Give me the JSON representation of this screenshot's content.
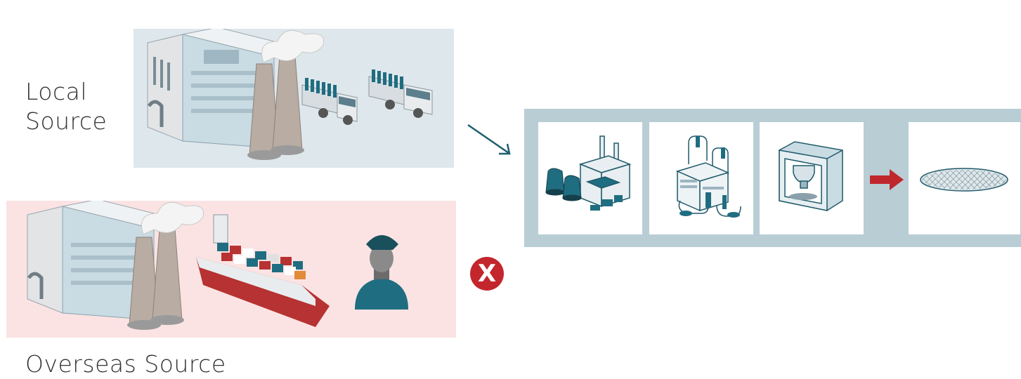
{
  "labels": {
    "local_source": [
      "Local",
      "Source"
    ],
    "overseas_source": "Overseas Source"
  },
  "rejected_badge": "X",
  "icons": {
    "local": [
      "factory-icon",
      "delivery-truck-icon",
      "delivery-truck-icon"
    ],
    "overseas": [
      "factory-icon",
      "container-ship-icon",
      "customs-officer-icon"
    ],
    "process": [
      "refinery-plant-icon",
      "reactor-equipment-icon",
      "furnace-chamber-icon",
      "arrow-right-icon",
      "silicon-wafer-icon"
    ]
  },
  "colors": {
    "local_panel": "#dee7ec",
    "overseas_panel": "#fbe3e3",
    "process_strip": "#b9cdd5",
    "badge_red": "#c4262e",
    "process_arrow": "#c0272d",
    "flow_arrow": "#1c5d6e"
  }
}
